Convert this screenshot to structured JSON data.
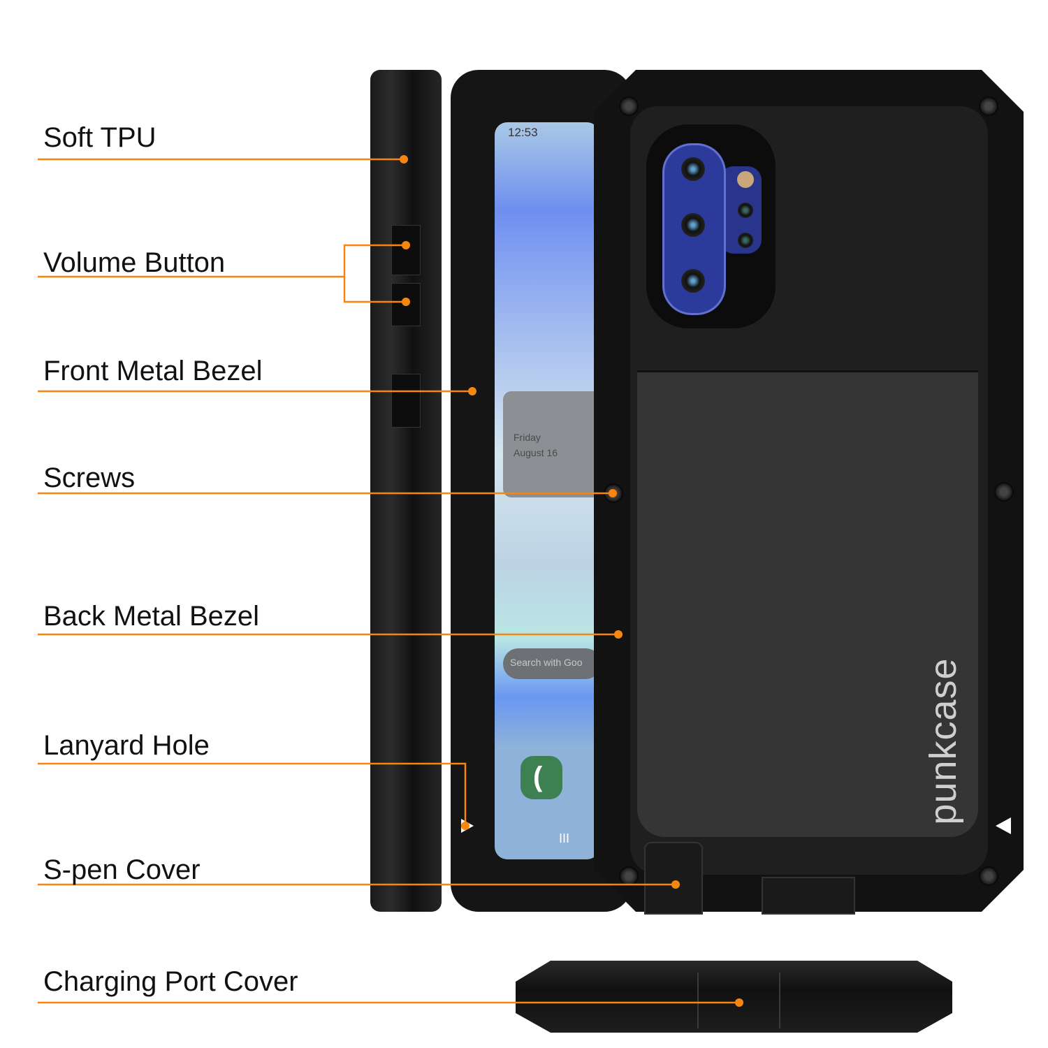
{
  "labels": {
    "soft_tpu": "Soft TPU",
    "volume_button": "Volume Button",
    "front_metal_bezel": "Front Metal Bezel",
    "screws": "Screws",
    "back_metal_bezel": "Back Metal Bezel",
    "lanyard_hole": "Lanyard Hole",
    "spen_cover": "S-pen Cover",
    "charging_port_cover": "Charging Port Cover"
  },
  "phone_screen": {
    "time": "12:53",
    "widget_day": "Friday",
    "widget_date": "August 16",
    "search_text": "Search with Goo",
    "nav_glyph": "III"
  },
  "brand": "punkcase",
  "colors": {
    "callout": "#f7860f",
    "case": "#141414",
    "text": "#111111"
  }
}
